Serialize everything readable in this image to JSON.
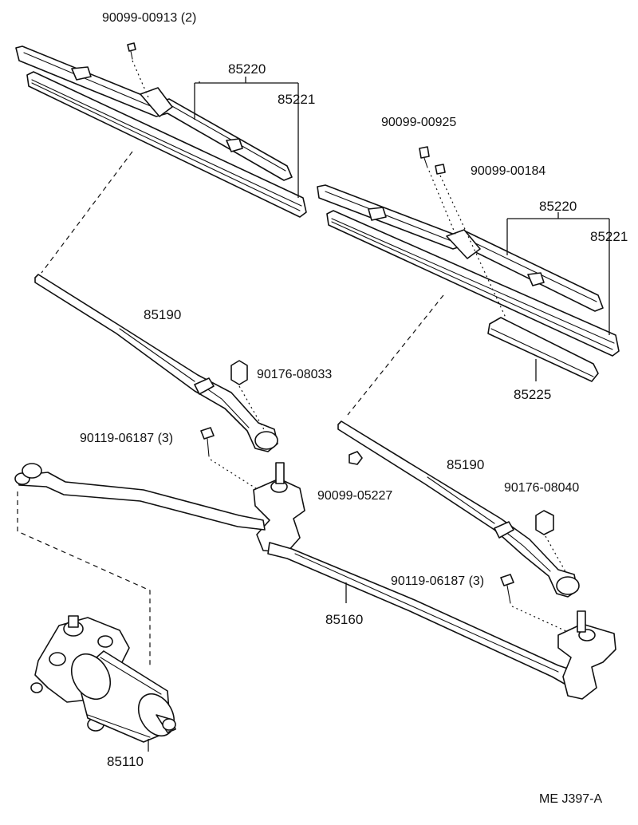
{
  "labels": {
    "screw_top_left": "90099-00913 (2)",
    "blade_left_assy": "85220",
    "blade_left_refill": "85221",
    "screw_mid_right": "90099-00925",
    "nut_mid_right": "90099-00184",
    "blade_right_assy": "85220",
    "blade_right_refill": "85221",
    "arm_left": "85190",
    "cap_left": "90176-08033",
    "spoiler": "85225",
    "bolt_left": "90119-06187 (3)",
    "nut_center": "90099-05227",
    "arm_right": "85190",
    "cap_right": "90176-08040",
    "bolt_right": "90119-06187 (3)",
    "link_rod": "85160",
    "motor": "85110",
    "diagram_code": "ME J397-A"
  }
}
